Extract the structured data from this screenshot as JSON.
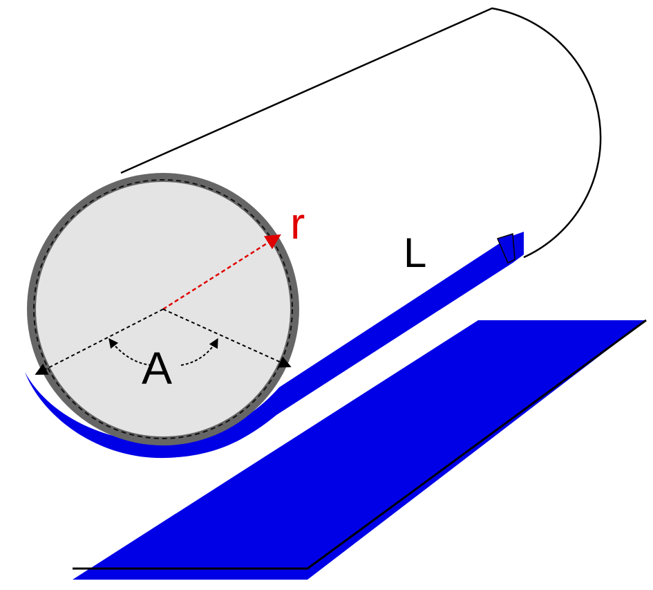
{
  "labels": {
    "radius": "r",
    "length": "L",
    "angle": "A"
  },
  "colors": {
    "strip": "#0000e6",
    "radius_line": "#e00000",
    "tube_wall": "#666666",
    "tube_inside": "#e4e4e4",
    "outline": "#000000"
  }
}
